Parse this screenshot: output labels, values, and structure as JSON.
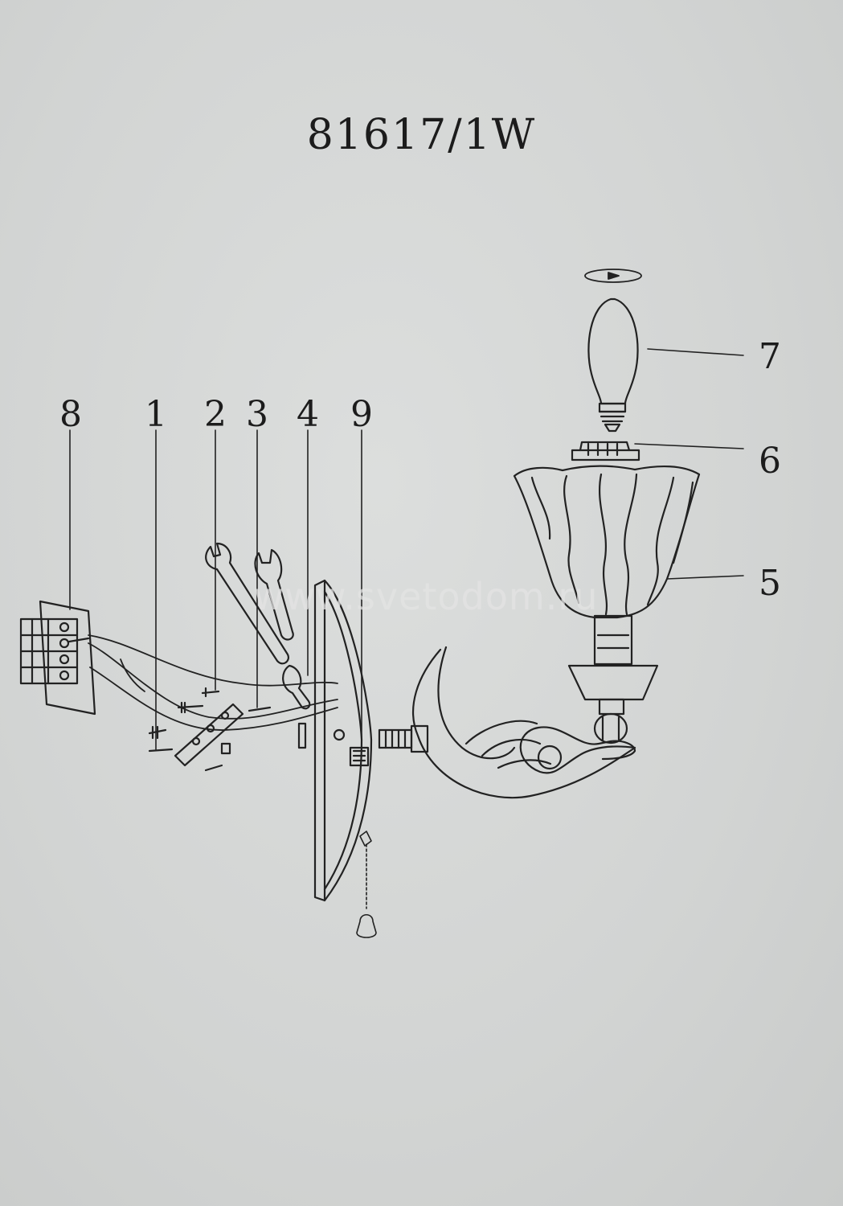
{
  "model_number": "81617/1W",
  "watermark": "www.svetodom.ru",
  "callouts": [
    {
      "id": "1",
      "label": "1"
    },
    {
      "id": "2",
      "label": "2"
    },
    {
      "id": "3",
      "label": "3"
    },
    {
      "id": "4",
      "label": "4"
    },
    {
      "id": "5",
      "label": "5"
    },
    {
      "id": "6",
      "label": "6"
    },
    {
      "id": "7",
      "label": "7"
    },
    {
      "id": "8",
      "label": "8"
    },
    {
      "id": "9",
      "label": "9"
    }
  ],
  "colors": {
    "paper": "#d3d5d4",
    "ink": "#1c1c1c",
    "watermark": "#e4e4e4"
  }
}
